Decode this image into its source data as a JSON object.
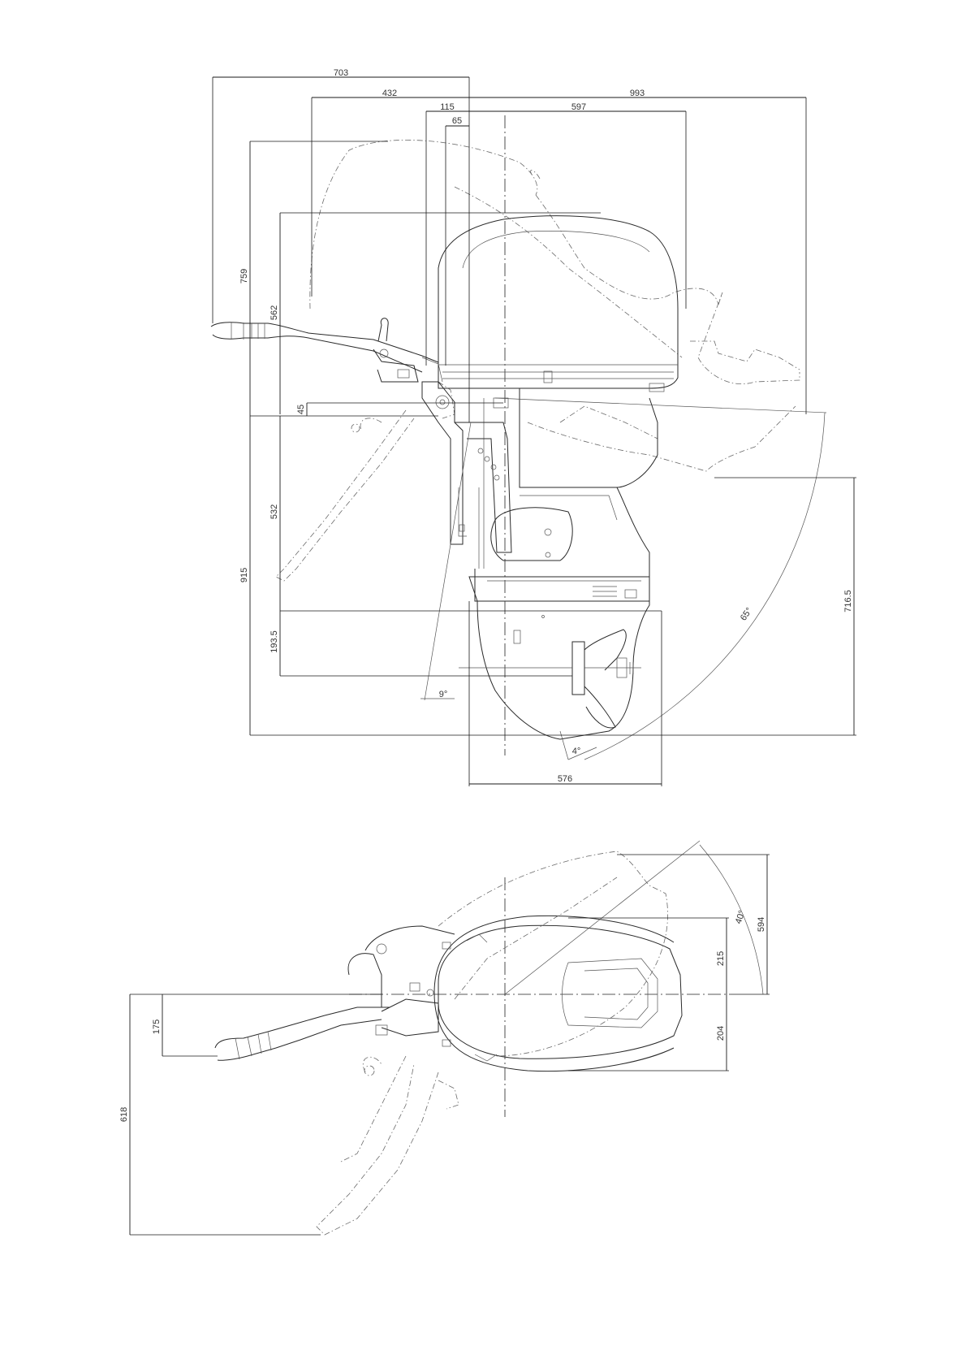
{
  "side_view": {
    "dims": {
      "overall_depth": "703",
      "tiller_to_transom": "432",
      "transom_offset": "115",
      "bracket_offset": "65",
      "cowl_overhang": "597",
      "tilt_reach": "993",
      "cowl_height_full": "759",
      "cowl_height": "562",
      "clamp_height": "45",
      "shaft_length": "532",
      "total_height": "915",
      "prop_depth": "193.5",
      "tilt_height": "716.5",
      "gearcase_width": "576"
    },
    "angles": {
      "trim_angle": "9°",
      "tilt_angle": "65°",
      "prop_angle": "4°"
    }
  },
  "top_view": {
    "dims": {
      "tiller_offset": "175",
      "tiller_sweep": "618",
      "cowl_half_upper": "215",
      "cowl_half_lower": "204",
      "steer_reach": "594"
    },
    "angles": {
      "steer_angle": "40°"
    }
  }
}
